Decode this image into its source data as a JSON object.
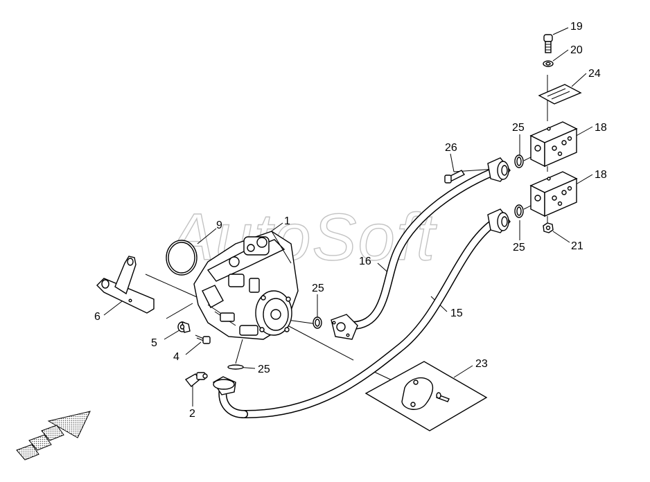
{
  "watermark": "AutoSoft",
  "callouts": [
    {
      "id": "c19",
      "text": "19"
    },
    {
      "id": "c20",
      "text": "20"
    },
    {
      "id": "c24",
      "text": "24"
    },
    {
      "id": "c18a",
      "text": "18"
    },
    {
      "id": "c25a",
      "text": "25"
    },
    {
      "id": "c26",
      "text": "26"
    },
    {
      "id": "c18b",
      "text": "18"
    },
    {
      "id": "c9",
      "text": "9"
    },
    {
      "id": "c1",
      "text": "1"
    },
    {
      "id": "c25b",
      "text": "25"
    },
    {
      "id": "c21",
      "text": "21"
    },
    {
      "id": "c16",
      "text": "16"
    },
    {
      "id": "c25c",
      "text": "25"
    },
    {
      "id": "c15",
      "text": "15"
    },
    {
      "id": "c6",
      "text": "6"
    },
    {
      "id": "c5",
      "text": "5"
    },
    {
      "id": "c4",
      "text": "4"
    },
    {
      "id": "c25d",
      "text": "25"
    },
    {
      "id": "c23",
      "text": "23"
    },
    {
      "id": "c2",
      "text": "2"
    }
  ],
  "icons": {
    "direction_arrow": "front-direction-arrow-icon"
  }
}
